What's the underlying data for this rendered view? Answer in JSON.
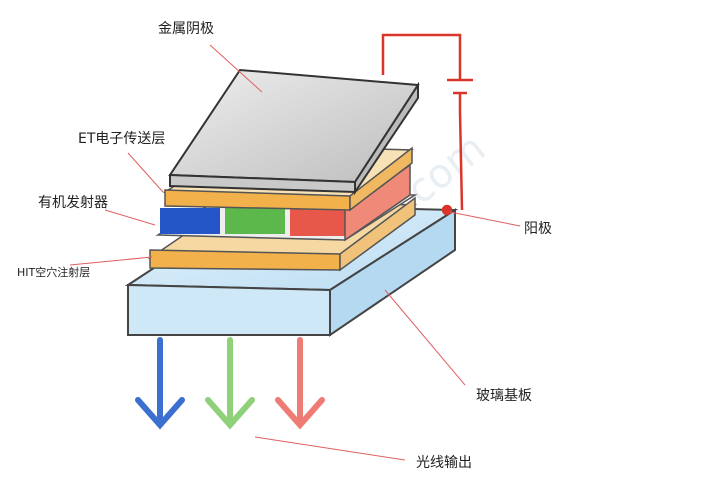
{
  "labels": {
    "cathode": "金属阴极",
    "electron_transport": "ET电子传送层",
    "organic_emitter": "有机发射器",
    "hole_injection": "HIT空穴注射层",
    "anode": "阳极",
    "glass_substrate": "玻璃基板",
    "light_output": "光线输出"
  },
  "watermark": "ithome.com",
  "colors": {
    "leader_line": "#e06060",
    "circuit": "#d9352b",
    "orange_layer": "#f2b14a",
    "blue": "#2456c8",
    "green": "#5cb84a",
    "red": "#e8584a",
    "glass": "#cfe8f7",
    "cathode": "#d4d4d4"
  }
}
